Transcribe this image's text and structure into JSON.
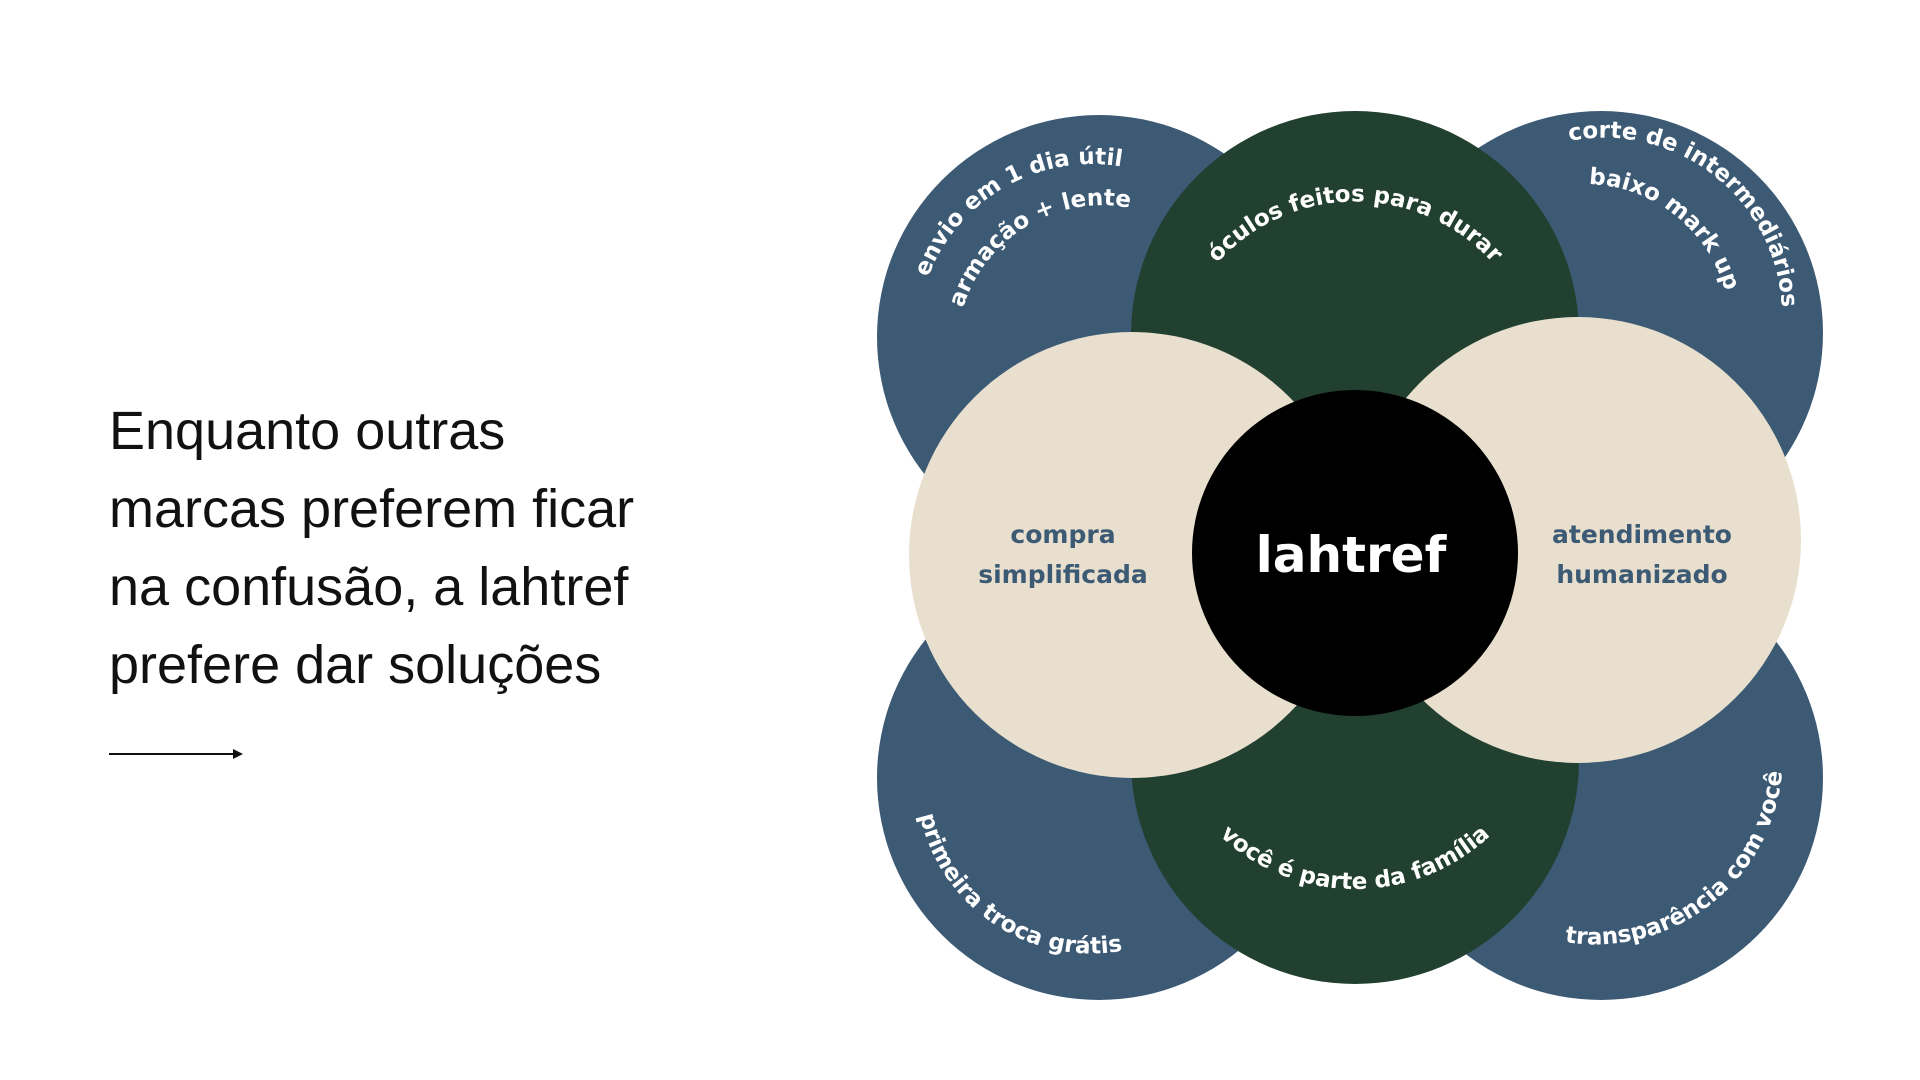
{
  "headline": {
    "lines": [
      "Enquanto outras",
      "marcas preferem ficar",
      "na confusão, a lahtref",
      "prefere dar soluções"
    ]
  },
  "icons": {
    "arrow": "right-arrow-icon"
  },
  "colors": {
    "blue": "#3d5a75",
    "green": "#224030",
    "cream": "#e8dfce",
    "black": "#000000",
    "cream_text": "#3d5a75",
    "white": "#ffffff"
  },
  "diagram": {
    "center": "lahtref",
    "top_left": {
      "line1": "envio em 1 dia útil",
      "line2": "armação + lente"
    },
    "top": "óculos feitos para durar",
    "top_right": {
      "line1": "corte de intermediários",
      "line2": "baixo mark up"
    },
    "left": {
      "line1": "compra",
      "line2": "simplificada"
    },
    "right": {
      "line1": "atendimento",
      "line2": "humanizado"
    },
    "bottom_left": "primeira troca grátis",
    "bottom": "você é parte da família",
    "bottom_right": "transparência com você"
  }
}
